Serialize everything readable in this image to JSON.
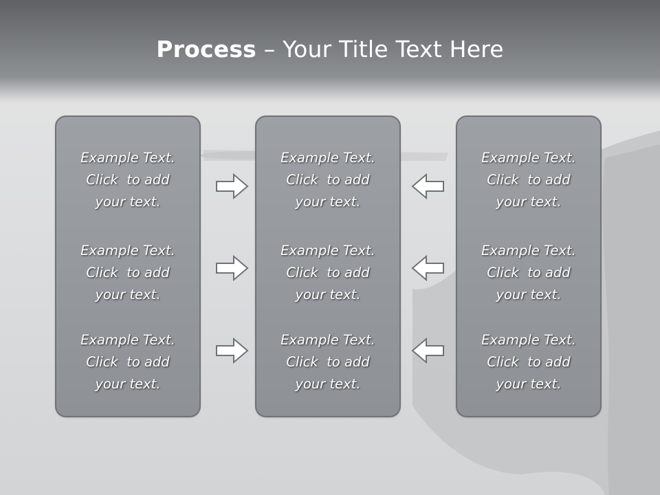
{
  "title": {
    "bold": "Process",
    "rest": " – Your Title Text Here"
  },
  "columns": [
    {
      "items": [
        {
          "lines": [
            "Example Text.",
            "Click  to add",
            "your text."
          ]
        },
        {
          "lines": [
            "Example Text.",
            "Click  to add",
            "your text."
          ]
        },
        {
          "lines": [
            "Example Text.",
            "Click  to add",
            "your text."
          ]
        }
      ]
    },
    {
      "items": [
        {
          "lines": [
            "Example Text.",
            "Click  to add",
            "your text."
          ]
        },
        {
          "lines": [
            "Example Text.",
            "Click  to add",
            "your text."
          ]
        },
        {
          "lines": [
            "Example Text.",
            "Click  to add",
            "your text."
          ]
        }
      ]
    },
    {
      "items": [
        {
          "lines": [
            "Example Text.",
            "Click  to add",
            "your text."
          ]
        },
        {
          "lines": [
            "Example Text.",
            "Click  to add",
            "your text."
          ]
        },
        {
          "lines": [
            "Example Text.",
            "Click  to add",
            "your text."
          ]
        }
      ]
    }
  ],
  "arrows": {
    "left_group": "arrow-right-icon",
    "right_group": "arrow-left-icon"
  },
  "colors": {
    "title_band": "#7b7e81",
    "box_fill": "#969a9e",
    "box_border": "#707376",
    "arrow_fill": "#ffffff",
    "arrow_stroke": "#6f7275"
  }
}
